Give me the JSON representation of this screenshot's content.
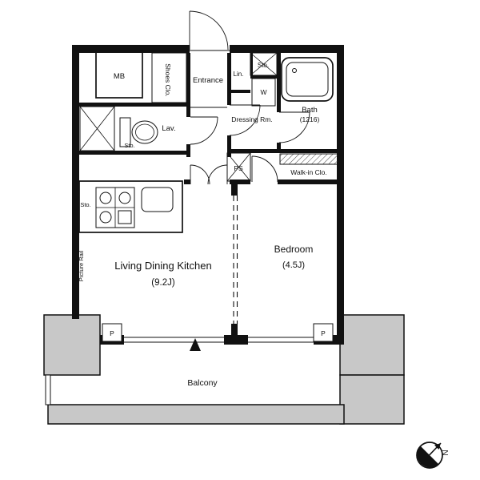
{
  "labels": {
    "mb": "MB",
    "shoes_closet": "Shoes Clo.",
    "entrance": "Entrance",
    "linen": "Lin.",
    "storage_top": "Sto.",
    "washer": "W",
    "bath": "Bath",
    "bath_size": "(1216)",
    "dressing_room": "Dressing Rm.",
    "lavatory": "Lav.",
    "storage_lav": "Sto.",
    "pipe_space": "PS",
    "walk_in_closet": "Walk-in Clo.",
    "storage_kitchen": "Sto.",
    "ldk": "Living Dining Kitchen",
    "ldk_size": "(9.2J)",
    "bedroom": "Bedroom",
    "bedroom_size": "(4.5J)",
    "picture_rail": "Picture Rail",
    "pillar_left": "P",
    "pillar_right": "P",
    "balcony": "Balcony",
    "compass_north": "N"
  },
  "colors": {
    "wall": "#111111",
    "pillar_fill": "#c8c8c8",
    "background": "#ffffff"
  }
}
